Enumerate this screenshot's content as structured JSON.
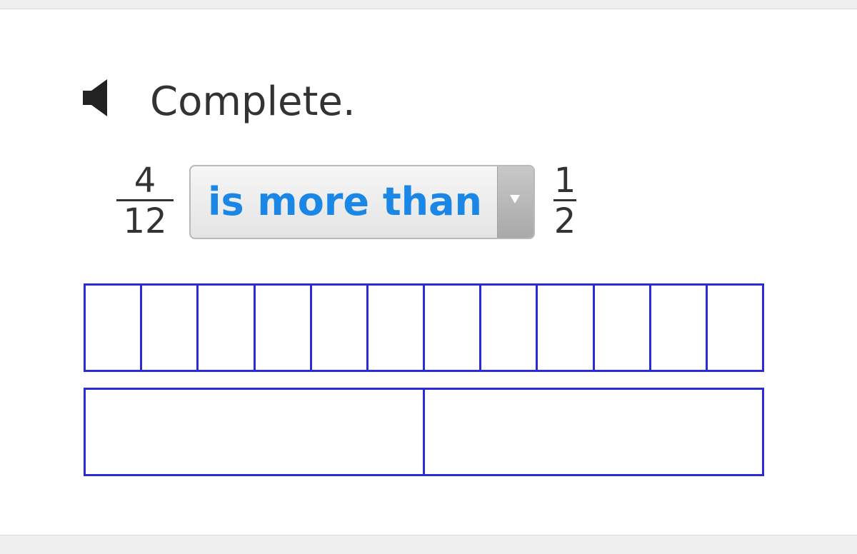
{
  "prompt": {
    "text": "Complete.",
    "audio_icon": "speaker-icon"
  },
  "comparison": {
    "left_fraction": {
      "numerator": "4",
      "denominator": "12"
    },
    "selected_option": "is more than",
    "right_fraction": {
      "numerator": "1",
      "denominator": "2"
    }
  },
  "fraction_strips": [
    {
      "parts": 12,
      "color": "#2a2ad6"
    },
    {
      "parts": 2,
      "color": "#2a2ad6"
    }
  ],
  "colors": {
    "dropdown_text": "#1a86e6",
    "strip_border": "#2a2ad6",
    "text": "#333333"
  }
}
